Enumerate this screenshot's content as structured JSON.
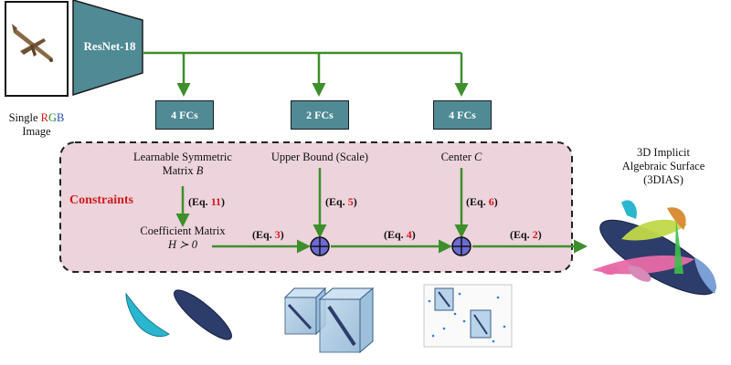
{
  "input": {
    "label_prefix": "Single ",
    "label_r": "R",
    "label_g": "G",
    "label_b": "B",
    "label_line2": "Image"
  },
  "backbone": {
    "label": "ResNet-18"
  },
  "heads": [
    {
      "label": "4 FCs"
    },
    {
      "label": "2 FCs"
    },
    {
      "label": "4 FCs"
    }
  ],
  "constraints_label": "Constraints",
  "nodes": {
    "sym_matrix_line1": "Learnable Symmetric",
    "sym_matrix_line2": "Matrix ",
    "sym_matrix_var": "B",
    "upper_bound": "Upper Bound (Scale)",
    "center": "Center ",
    "center_var": "C",
    "coef_line1": "Coefficient Matrix",
    "coef_line2": "H ≻ 0"
  },
  "equations": {
    "eq11": {
      "prefix": "(Eq. ",
      "num": "11",
      "suffix": ")"
    },
    "eq5": {
      "prefix": "(Eq. ",
      "num": "5",
      "suffix": ")"
    },
    "eq6": {
      "prefix": "(Eq. ",
      "num": "6",
      "suffix": ")"
    },
    "eq3": {
      "prefix": "(Eq. ",
      "num": "3",
      "suffix": ")"
    },
    "eq4": {
      "prefix": "(Eq. ",
      "num": "4",
      "suffix": ")"
    },
    "eq2": {
      "prefix": "(Eq. ",
      "num": "2",
      "suffix": ")"
    }
  },
  "output": {
    "line1": "3D Implicit",
    "line2": "Algebraic Surface",
    "line3": "(3DIAS)"
  },
  "colors": {
    "arrow_green": "#3d8f2a",
    "fc_fill": "#4f8a95",
    "constraint_fill": "#ecd3dc",
    "plus_fill": "#6b6bd6",
    "eq_red": "#d11a1a"
  }
}
